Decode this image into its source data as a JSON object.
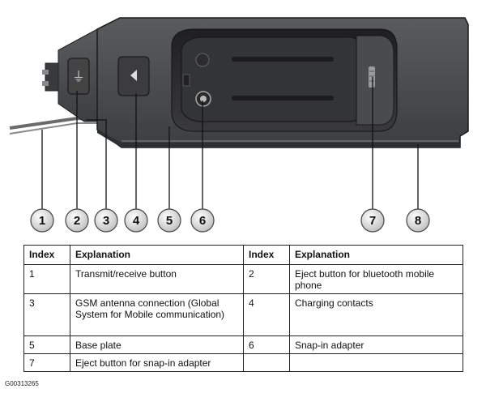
{
  "figure": {
    "callouts": [
      "1",
      "2",
      "3",
      "4",
      "5",
      "6",
      "7",
      "8"
    ],
    "reference_code": "G00313265"
  },
  "table": {
    "headers": [
      "Index",
      "Explanation",
      "Index",
      "Explanation"
    ],
    "rows": [
      [
        {
          "index": "1",
          "text": "Transmit/receive button"
        },
        {
          "index": "2",
          "text": "Eject button for bluetooth mobile phone"
        }
      ],
      [
        {
          "index": "3",
          "text": "GSM antenna connection (Global System for Mobile communication)"
        },
        {
          "index": "4",
          "text": "Charging contacts"
        }
      ],
      [
        {
          "index": "5",
          "text": "Base plate"
        },
        {
          "index": "6",
          "text": "Snap-in adapter"
        }
      ],
      [
        {
          "index": "7",
          "text": "Eject button for snap-in adapter"
        },
        {
          "index": "",
          "text": ""
        }
      ]
    ]
  },
  "colors": {
    "device_body": "#4a4b4d",
    "device_dark": "#2a2a2c",
    "callout_fill": "#e9e9e9"
  }
}
